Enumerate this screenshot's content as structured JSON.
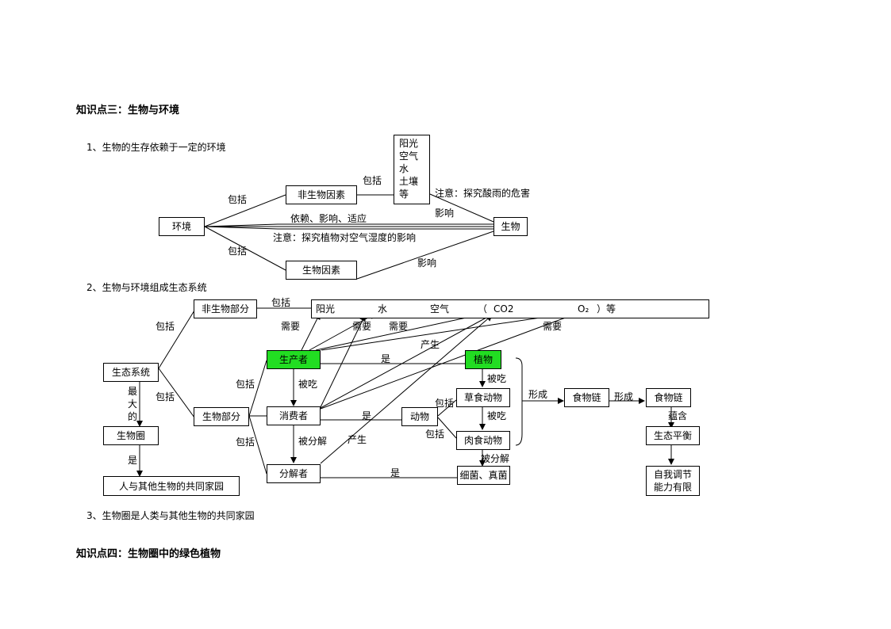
{
  "headings": {
    "k3": "知识点三：生物与环境",
    "k4": "知识点四：生物圈中的绿色植物"
  },
  "points": {
    "p1": "1、生物的生存依赖于一定的环境",
    "p2": "2、生物与环境组成生态系统",
    "p3": "3、生物圈是人类与其他生物的共同家园"
  },
  "d1": {
    "env": "环境",
    "abiotic": "非生物因素",
    "biotic": "生物因素",
    "organism": "生物",
    "factors": [
      "阳光",
      "空气",
      "水",
      "土壤",
      "等"
    ],
    "include1": "包括",
    "include2": "包括",
    "include3": "包括",
    "depend": "依赖、影响、适应",
    "note_acid": "注意：探究酸雨的危害",
    "note_humidity": "注意：探究植物对空气湿度的影响",
    "affect1": "影响",
    "affect2": "影响"
  },
  "d2": {
    "ecosystem": "生态系统",
    "abiotic_part": "非生物部分",
    "biotic_part": "生物部分",
    "biosphere": "生物圈",
    "home": "人与其他生物的共同家园",
    "largest": [
      "最",
      "大",
      "的"
    ],
    "is_label": "是",
    "producer": "生产者",
    "consumer": "消费者",
    "decomposer": "分解者",
    "plant": "植物",
    "animal": "动物",
    "herbivore": "草食动物",
    "carnivore": "肉食动物",
    "bacteria": "细菌、真菌",
    "food_chain1": "食物链",
    "food_chain2": "食物链",
    "balance": "生态平衡",
    "self_reg": [
      "自我调节",
      "能力有限"
    ],
    "sun": "阳光",
    "water": "水",
    "air": "空气",
    "paren_open": "（",
    "co2": "CO2",
    "o2": "O₂",
    "paren_close": "）等",
    "include_a": "包括",
    "include_b": "包括",
    "include_c": "包括",
    "include_d": "包括",
    "include_e": "包括",
    "include_f": "包括",
    "include_g": "包括",
    "need1": "需要",
    "need2": "需要",
    "need3": "需要",
    "need4": "需要",
    "produce1": "产生",
    "produce2": "产生",
    "is1": "是",
    "is2": "是",
    "is3": "是",
    "eaten1": "被吃",
    "eaten2": "被吃",
    "eaten3": "被吃",
    "decomposed1": "被分解",
    "decomposed2": "被分解",
    "form1": "形成",
    "form2": "形成",
    "contain": "蕴含"
  }
}
